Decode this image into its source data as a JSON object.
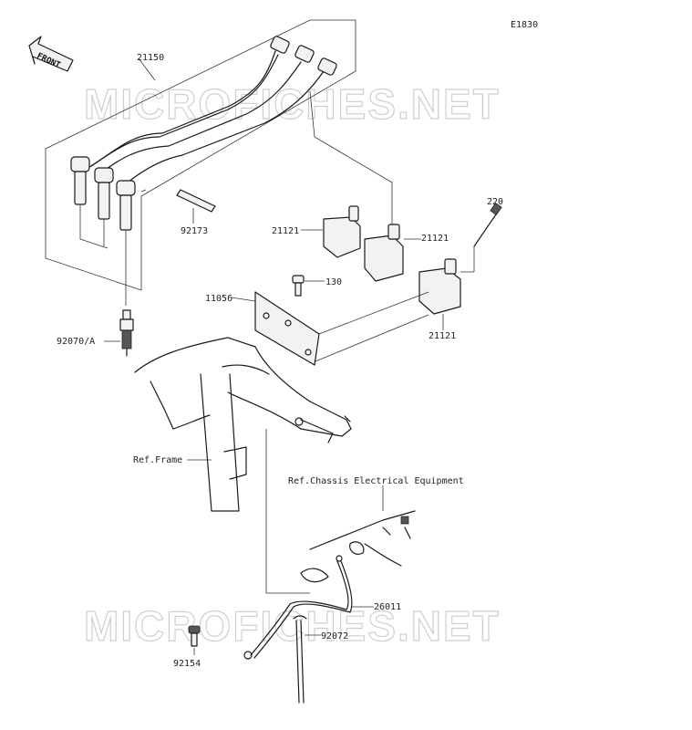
{
  "diagram_code": "E1830",
  "front_label": "FRONT",
  "watermark_text": "MICROFICHES.NET",
  "parts": {
    "p21150": "21150",
    "p92173": "92173",
    "p21121_left": "21121",
    "p21121_mid": "21121",
    "p21121_low": "21121",
    "p220": "220",
    "p130": "130",
    "p11056": "11056",
    "p92070a": "92070/A",
    "ref_frame": "Ref.Frame",
    "ref_chassis": "Ref.Chassis Electrical Equipment",
    "p26011": "26011",
    "p92072": "92072",
    "p92154": "92154"
  }
}
